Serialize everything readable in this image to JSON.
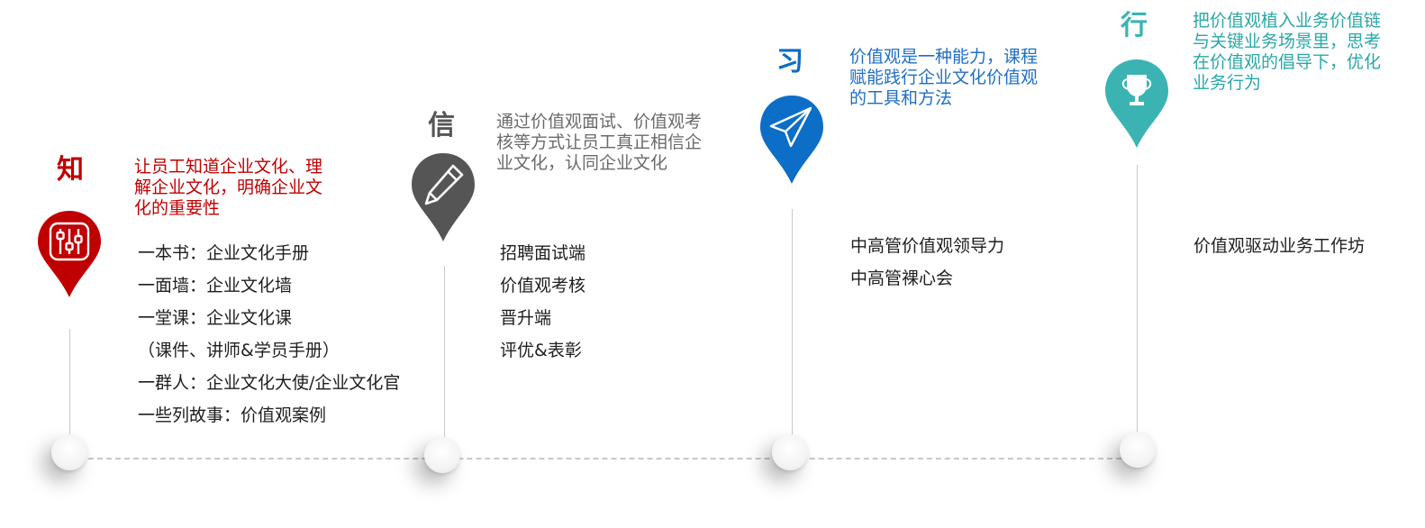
{
  "colors": {
    "red": "#c00000",
    "gray": "#555555",
    "blue": "#0c6ec6",
    "teal": "#3bb3b3",
    "desc_gray": "#6a6a6a",
    "blue_text": "#1f6fc3",
    "teal_text": "#2aa7a7"
  },
  "stages": [
    {
      "char": "知",
      "icon": "equalizer-icon",
      "description": "让员工知道企业文化、理解企业文化，明确企业文化的重要性",
      "items": [
        "一本书：企业文化手册",
        "一面墙：企业文化墙",
        "一堂课：企业文化课",
        "（课件、讲师&学员手册）",
        "一群人：企业文化大使/企业文化官",
        "一些列故事：价值观案例"
      ]
    },
    {
      "char": "信",
      "icon": "pencil-icon",
      "description": "通过价值观面试、价值观考核等方式让员工真正相信企业文化，认同企业文化",
      "items": [
        "招聘面试端",
        "价值观考核",
        "晋升端",
        "评优&表彰"
      ]
    },
    {
      "char": "习",
      "icon": "paper-plane-icon",
      "description": "价值观是一种能力，课程赋能践行企业文化价值观的工具和方法",
      "items": [
        "中高管价值观领导力",
        "中高管裸心会"
      ]
    },
    {
      "char": "行",
      "icon": "trophy-icon",
      "description": "把价值观植入业务价值链与关键业务场景里，思考在价值观的倡导下，优化业务行为",
      "items": [
        "价值观驱动业务工作坊"
      ]
    }
  ]
}
